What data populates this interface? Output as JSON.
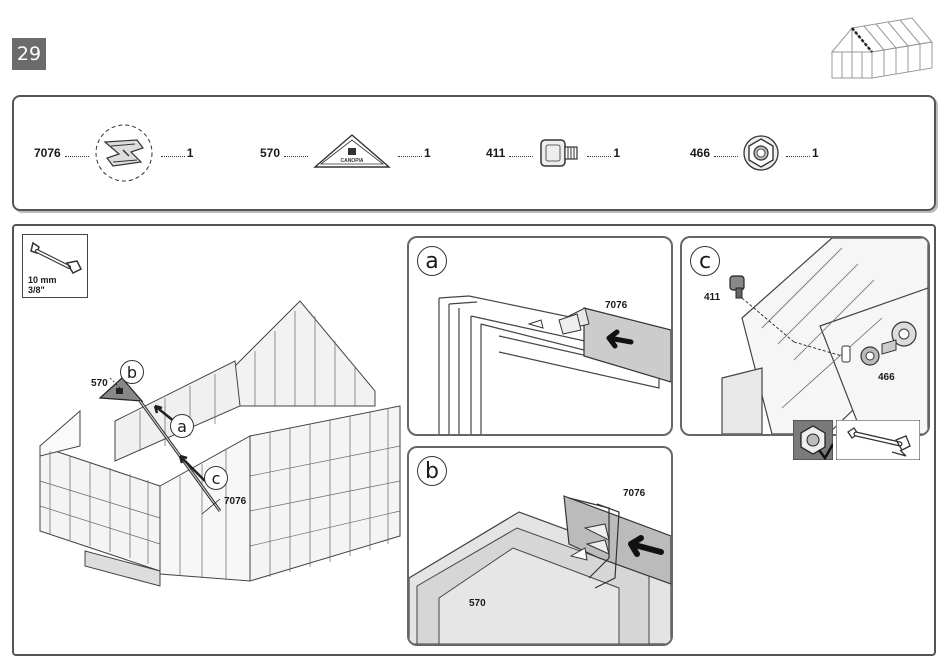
{
  "step": {
    "number": "29"
  },
  "parts": [
    {
      "code": "7076",
      "qty": "1",
      "icon": "connector-clip-icon"
    },
    {
      "code": "570",
      "qty": "1",
      "icon": "triangle-gable-plate-icon"
    },
    {
      "code": "411",
      "qty": "1",
      "icon": "square-head-bolt-icon"
    },
    {
      "code": "466",
      "qty": "1",
      "icon": "hex-flange-nut-icon"
    }
  ],
  "tool": {
    "icon": "wrench-icon",
    "size_mm": "10 mm",
    "size_in": "3/8\""
  },
  "overview": {
    "label_a": "a",
    "label_b": "b",
    "label_c": "c",
    "part_570": "570",
    "part_7076": "7076"
  },
  "detail_a": {
    "label": "a",
    "part": "7076"
  },
  "detail_b": {
    "label": "b",
    "part_7076": "7076",
    "part_570": "570"
  },
  "detail_c": {
    "label": "c",
    "part_411": "411",
    "part_466": "466"
  },
  "logo_text": "CANOPIA"
}
